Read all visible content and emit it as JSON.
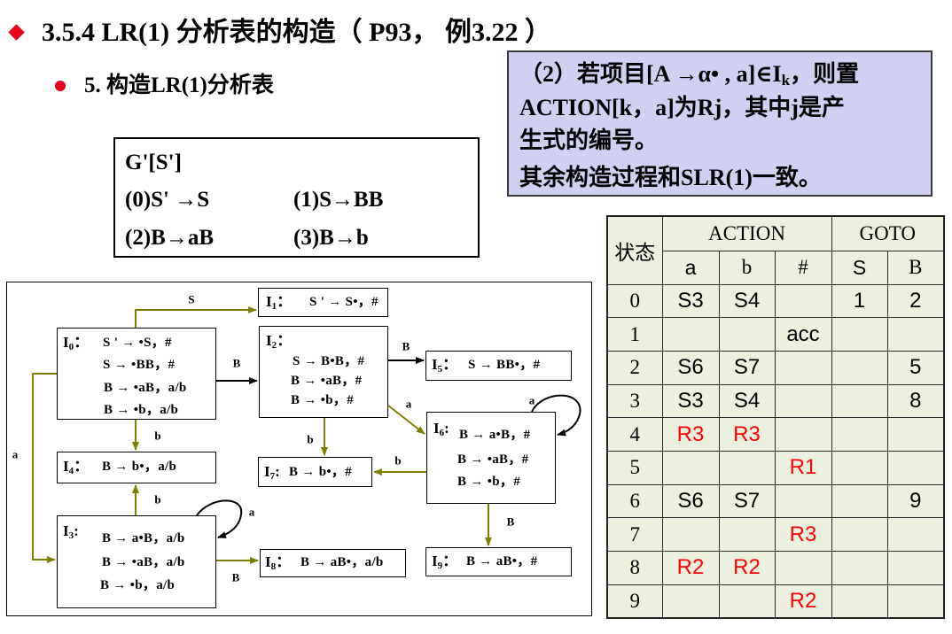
{
  "icons": {
    "title_bullet": "diamond-bullet-icon",
    "list_bullet": "round-bullet-icon"
  },
  "slide": {
    "title": "3.5.4 LR(1) 分析表的构造（ P93， 例3.22 ）",
    "bullet": "5. 构造LR(1)分析表"
  },
  "note": {
    "line1_pre": "（2）若项目[A →α• , a]∈I",
    "line1_sub": "k",
    "line1_post": "，则置",
    "line2": "ACTION[k，a]为Rj，其中j是产",
    "line3": "生式的编号。",
    "line4": "其余构造过程和SLR(1)一致。"
  },
  "grammar": {
    "name": "G'[S']",
    "productions": [
      "(0)S' →S",
      "(1)S→BB",
      "(2)B→aB",
      "(3)B→b"
    ]
  },
  "diagram": {
    "states": {
      "I0": {
        "letter": "I",
        "sub": "0",
        "sep": "：",
        "items": [
          "S ' → •S，#",
          "S → •BB，#",
          "B → •aB，a/b",
          "B → •b，a/b"
        ]
      },
      "I1": {
        "letter": "I",
        "sub": "1",
        "sep": "：",
        "items": [
          "S ' → S•，#"
        ]
      },
      "I2": {
        "letter": "I",
        "sub": "2",
        "sep": "：",
        "items": [
          "S → B•B，#",
          "B → •aB，#",
          "B → •b，#"
        ]
      },
      "I3": {
        "letter": "I",
        "sub": "3",
        "sep": ":",
        "items": [
          "B → a•B，a/b",
          "B → •aB，a/b",
          "B → •b，a/b"
        ]
      },
      "I4": {
        "letter": "I",
        "sub": "4",
        "sep": "：",
        "items": [
          "B → b•，a/b"
        ]
      },
      "I5": {
        "letter": "I",
        "sub": "5",
        "sep": "：",
        "items": [
          "S → BB•，#"
        ]
      },
      "I6": {
        "letter": "I",
        "sub": "6",
        "sep": ":",
        "items": [
          "B → a•B，#",
          "B → •aB，#",
          "B → •b，#"
        ]
      },
      "I7": {
        "letter": "I",
        "sub": "7",
        "sep": ":",
        "items": [
          "B → b•，#"
        ]
      },
      "I8": {
        "letter": "I",
        "sub": "8",
        "sep": "：",
        "items": [
          "B → aB•，a/b"
        ]
      },
      "I9": {
        "letter": "I",
        "sub": "9",
        "sep": "：",
        "items": [
          "B → aB•，#"
        ]
      }
    },
    "edges": [
      {
        "label": "S"
      },
      {
        "label": "B"
      },
      {
        "label": "B"
      },
      {
        "label": "a"
      },
      {
        "label": "b"
      },
      {
        "label": "b"
      },
      {
        "label": "a"
      },
      {
        "label": "B"
      },
      {
        "label": "b"
      },
      {
        "label": "b"
      },
      {
        "label": "a"
      },
      {
        "label": "B"
      },
      {
        "label": "a"
      }
    ]
  },
  "table": {
    "state_header": "状态",
    "action_header": "ACTION",
    "goto_header": "GOTO",
    "action_symbols": [
      "a",
      "b",
      "#"
    ],
    "goto_symbols": [
      "S",
      "B"
    ],
    "rows": [
      {
        "state": "0",
        "cells": [
          "S3",
          "S4",
          "",
          "1",
          "2"
        ]
      },
      {
        "state": "1",
        "cells": [
          "",
          "",
          "acc",
          "",
          ""
        ]
      },
      {
        "state": "2",
        "cells": [
          "S6",
          "S7",
          "",
          "",
          "5"
        ]
      },
      {
        "state": "3",
        "cells": [
          "S3",
          "S4",
          "",
          "",
          "8"
        ]
      },
      {
        "state": "4",
        "cells": [
          "R3",
          "R3",
          "",
          "",
          ""
        ]
      },
      {
        "state": "5",
        "cells": [
          "",
          "",
          "R1",
          "",
          ""
        ]
      },
      {
        "state": "6",
        "cells": [
          "S6",
          "S7",
          "",
          "",
          "9"
        ]
      },
      {
        "state": "7",
        "cells": [
          "",
          "",
          "R3",
          "",
          ""
        ]
      },
      {
        "state": "8",
        "cells": [
          "R2",
          "R2",
          "",
          "",
          ""
        ]
      },
      {
        "state": "9",
        "cells": [
          "",
          "",
          "R2",
          "",
          ""
        ]
      }
    ]
  },
  "colors": {
    "bullet_red": "#e8001c",
    "note_background": "#d0d0f2",
    "table_background": "#ebf1de",
    "edge_olive": "#808000",
    "edge_black": "#000000",
    "reduce_text": "#ff0000"
  }
}
